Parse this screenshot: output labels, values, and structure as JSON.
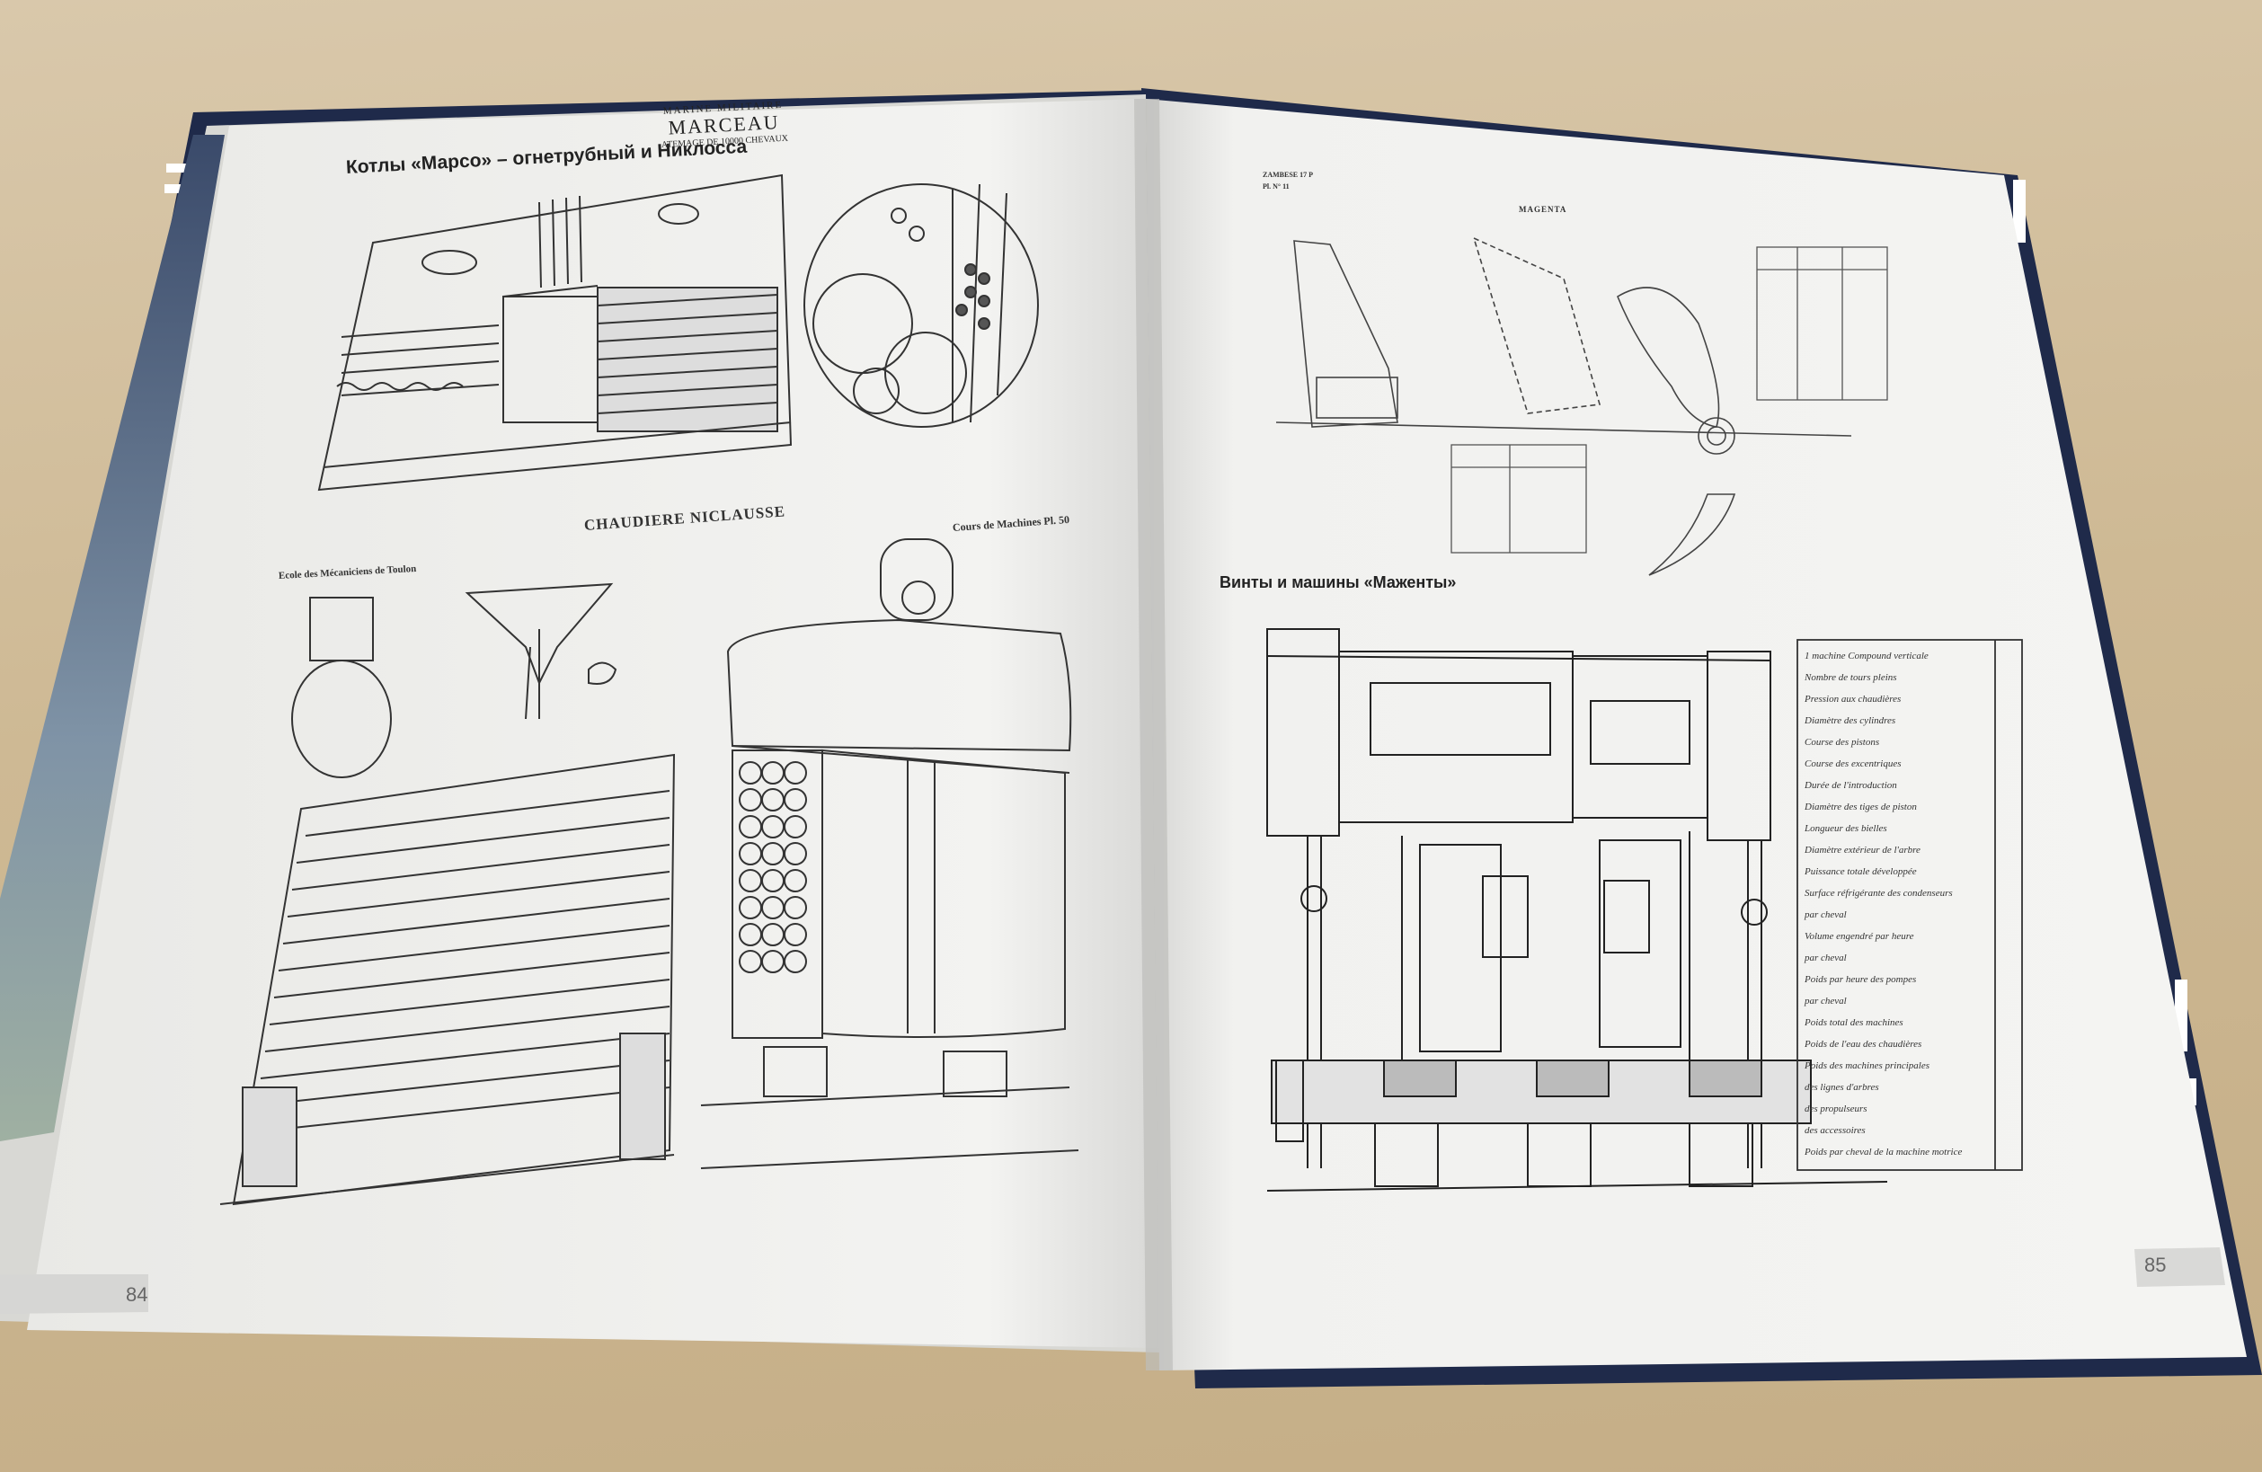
{
  "photo": {
    "table_color": "#cfba96",
    "cover_color": "#1f2a4a",
    "paper_color": "#f2f2f0"
  },
  "left_page": {
    "title": "Котлы «Марсо» – огнетрубный и Никлосса",
    "stamp": {
      "line1": "MARINE MILITAIRE",
      "line2": "MARCEAU",
      "line3": "ATEMAGE DE 10000 CHEVAUX"
    },
    "drawing_title": "CHAUDIERE NICLAUSSE",
    "caption_left": "Ecole des Mécaniciens de Toulon",
    "caption_right": "Cours de Machines Pl. 50",
    "page_number": "84"
  },
  "right_page": {
    "header_small_1": "ZAMBESE 17 P",
    "header_small_2": "Pl. N° 11",
    "drawing_title": "MAGENTA",
    "section_title": "Винты и машины «Маженты»",
    "page_number": "85",
    "table_rows": [
      "1 machine Compound verticale",
      "Nombre de tours pleins",
      "Pression aux chaudières",
      "Diamètre des cylindres",
      "Course des pistons",
      "Course des excentriques",
      "Durée de l'introduction",
      "Diamètre des tiges de piston",
      "Longueur des bielles",
      "Diamètre extérieur de l'arbre",
      "Puissance totale développée",
      "Surface réfrigérante des condenseurs",
      "par cheval",
      "Volume engendré par heure",
      "par cheval",
      "Poids par heure des pompes",
      "par cheval",
      "Poids total des machines",
      "Poids de l'eau des chaudières",
      "Poids des machines principales",
      "des lignes d'arbres",
      "des propulseurs",
      "des accessoires",
      "Poids par cheval de la machine motrice"
    ]
  }
}
